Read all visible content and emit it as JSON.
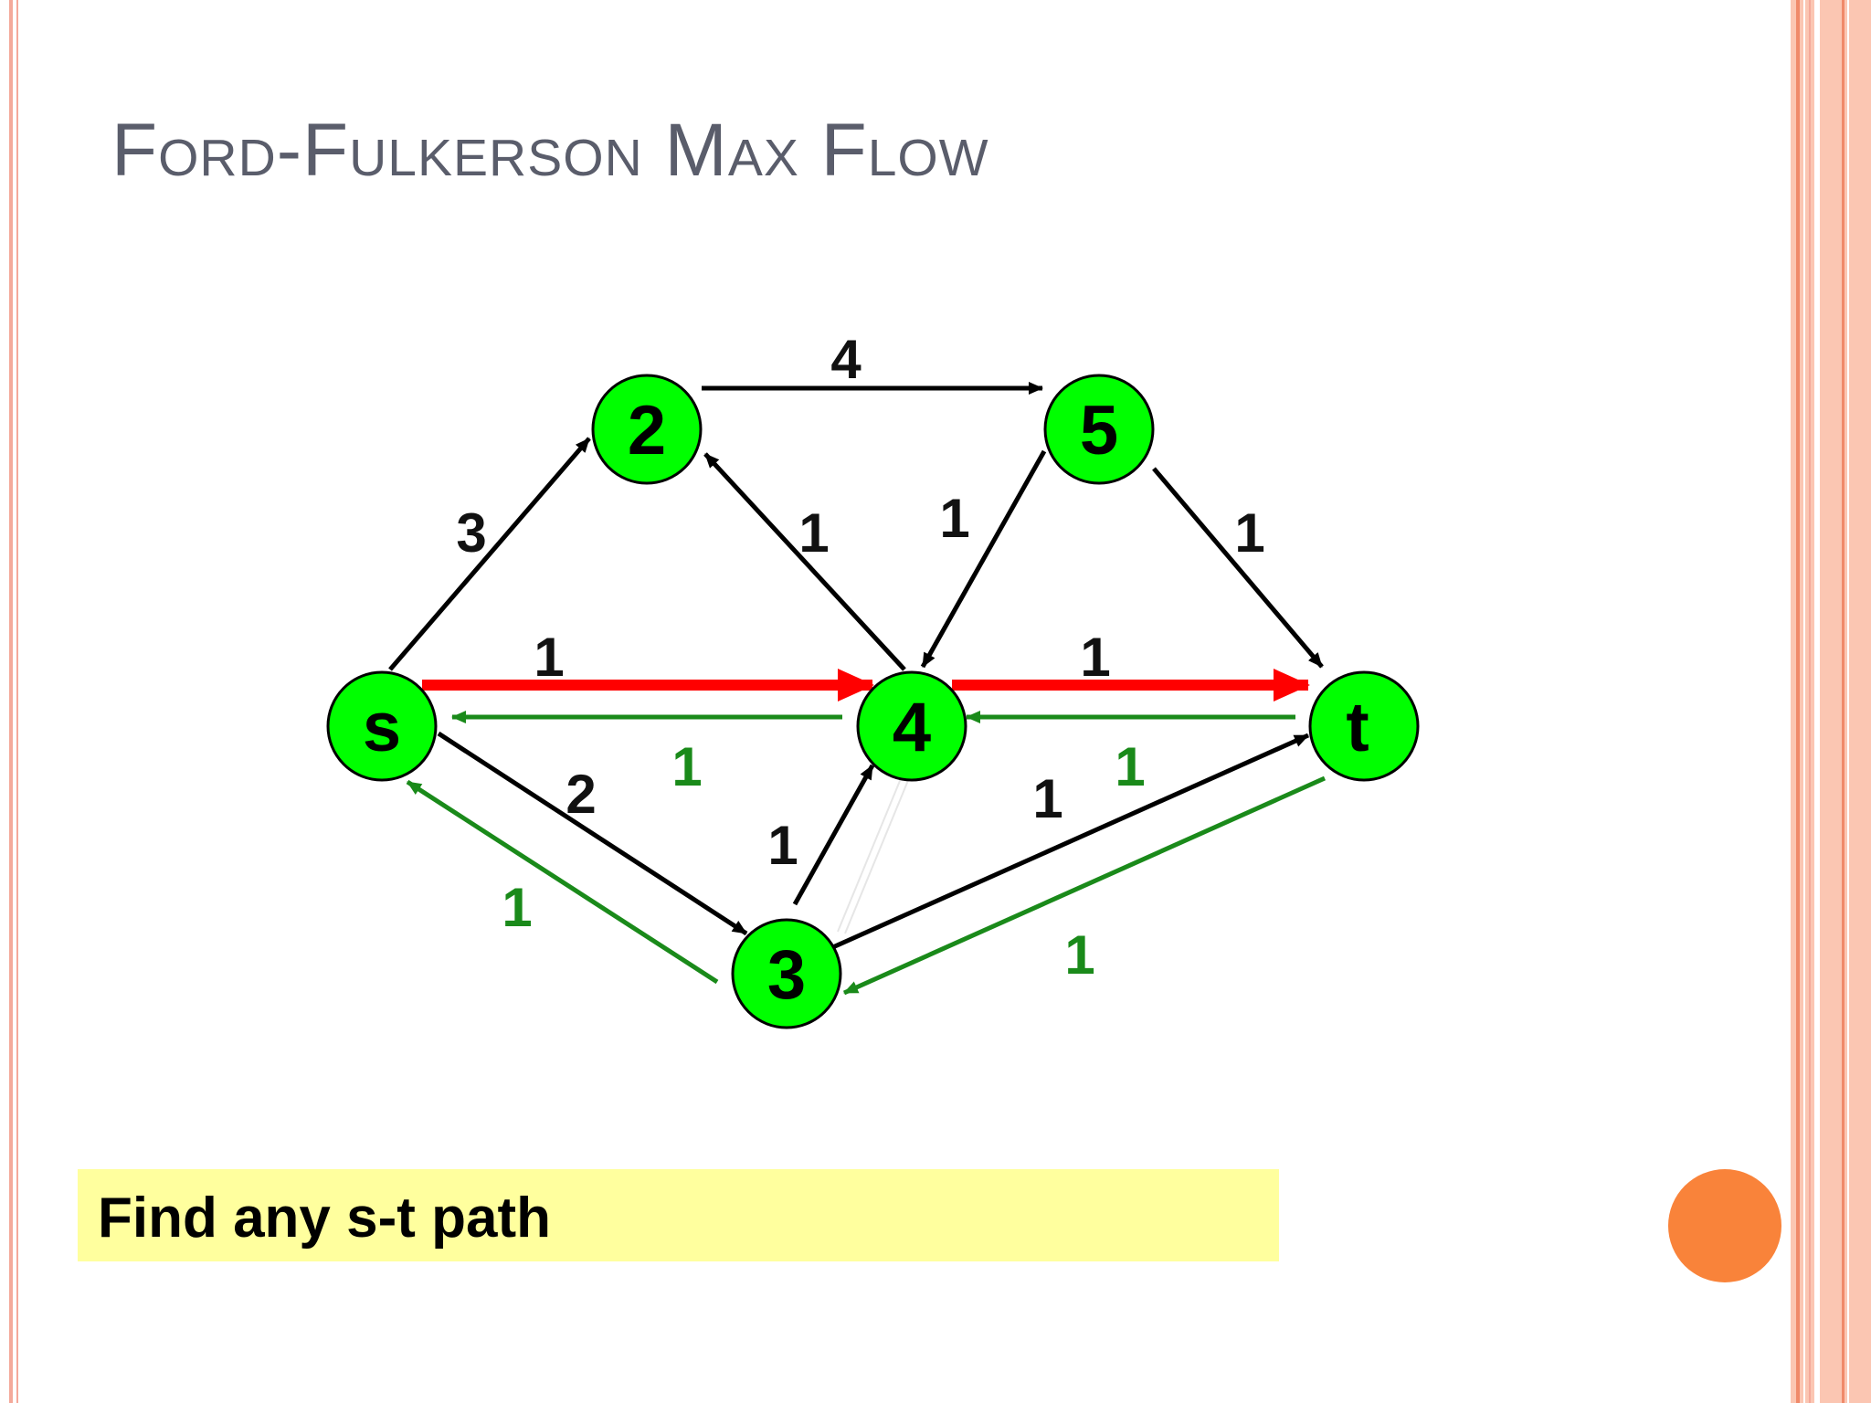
{
  "slide": {
    "title": "Ford-Fulkerson Max Flow",
    "callout": "Find any s-t path"
  },
  "colors": {
    "node_fill": "#00ff00",
    "edge": "#000000",
    "augmenting_path": "#ff0000",
    "residual": "#1a8a1a",
    "callout_bg": "#ffff9e",
    "accent_dot": "#f9833a"
  },
  "graph": {
    "nodes": [
      "s",
      "2",
      "3",
      "4",
      "5",
      "t"
    ],
    "edges": [
      {
        "from": "s",
        "to": "2",
        "capacity": "3"
      },
      {
        "from": "2",
        "to": "5",
        "capacity": "4"
      },
      {
        "from": "4",
        "to": "2",
        "capacity": "1"
      },
      {
        "from": "5",
        "to": "4",
        "capacity": "1"
      },
      {
        "from": "5",
        "to": "t",
        "capacity": "1"
      },
      {
        "from": "s",
        "to": "4",
        "capacity": "1",
        "highlight": "augmenting"
      },
      {
        "from": "4",
        "to": "t",
        "capacity": "1",
        "highlight": "augmenting"
      },
      {
        "from": "s",
        "to": "3",
        "capacity": "2"
      },
      {
        "from": "3",
        "to": "4",
        "capacity": "1"
      },
      {
        "from": "3",
        "to": "t",
        "capacity": "1"
      }
    ],
    "residual_edges": [
      {
        "from": "4",
        "to": "s",
        "flow": "1"
      },
      {
        "from": "t",
        "to": "4",
        "flow": "1"
      },
      {
        "from": "3",
        "to": "s",
        "flow": "1"
      },
      {
        "from": "t",
        "to": "3",
        "flow": "1"
      }
    ]
  }
}
